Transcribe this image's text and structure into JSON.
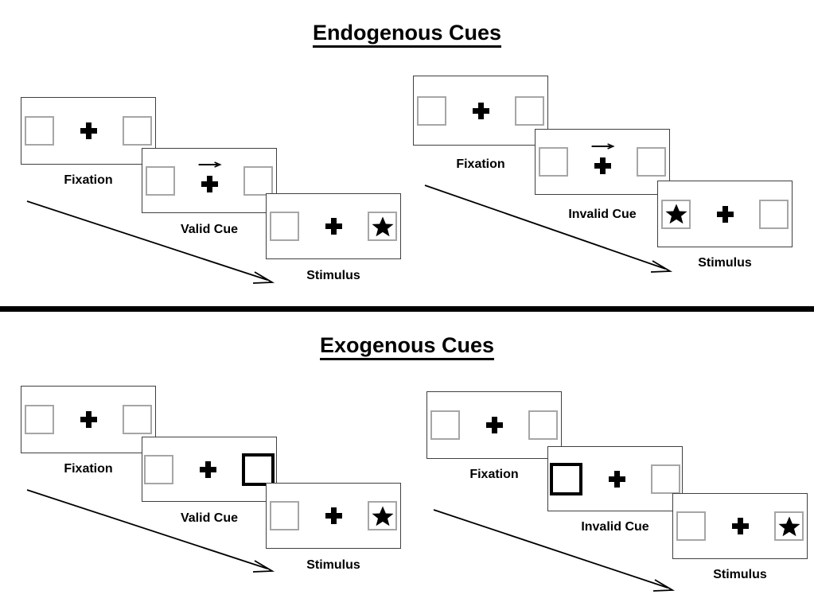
{
  "sections": [
    {
      "id": "endogenous",
      "title": "Endogenous Cues",
      "conditions": [
        {
          "id": "endogenous-valid",
          "steps": [
            {
              "label": "Fixation",
              "cue": "none",
              "left": "empty",
              "right": "empty"
            },
            {
              "label": "Valid Cue",
              "cue": "arrow-right",
              "left": "empty",
              "right": "empty"
            },
            {
              "label": "Stimulus",
              "cue": "none",
              "left": "empty",
              "right": "star"
            }
          ]
        },
        {
          "id": "endogenous-invalid",
          "steps": [
            {
              "label": "Fixation",
              "cue": "none",
              "left": "empty",
              "right": "empty"
            },
            {
              "label": "Invalid Cue",
              "cue": "arrow-right",
              "left": "empty",
              "right": "empty"
            },
            {
              "label": "Stimulus",
              "cue": "none",
              "left": "star",
              "right": "empty"
            }
          ]
        }
      ]
    },
    {
      "id": "exogenous",
      "title": "Exogenous Cues",
      "conditions": [
        {
          "id": "exogenous-valid",
          "steps": [
            {
              "label": "Fixation",
              "cue": "none",
              "left": "empty",
              "right": "empty"
            },
            {
              "label": "Valid Cue",
              "cue": "none",
              "left": "empty",
              "right": "highlight"
            },
            {
              "label": "Stimulus",
              "cue": "none",
              "left": "empty",
              "right": "star"
            }
          ]
        },
        {
          "id": "exogenous-invalid",
          "steps": [
            {
              "label": "Fixation",
              "cue": "none",
              "left": "empty",
              "right": "empty"
            },
            {
              "label": "Invalid Cue",
              "cue": "none",
              "left": "highlight",
              "right": "empty"
            },
            {
              "label": "Stimulus",
              "cue": "empty",
              "left": "empty",
              "right": "star"
            }
          ]
        }
      ]
    }
  ],
  "colors": {
    "frame_border": "#3f3f3f",
    "cell_border": "#a6a6a6",
    "cue_highlight": "#000000",
    "stimulus": "#000000",
    "divider": "#000000"
  },
  "icons": {
    "fixation_cross": "plus-icon",
    "cue_arrow": "arrow-right-icon",
    "stimulus_target": "star-icon",
    "time_flow": "time-flow-arrow-icon"
  }
}
